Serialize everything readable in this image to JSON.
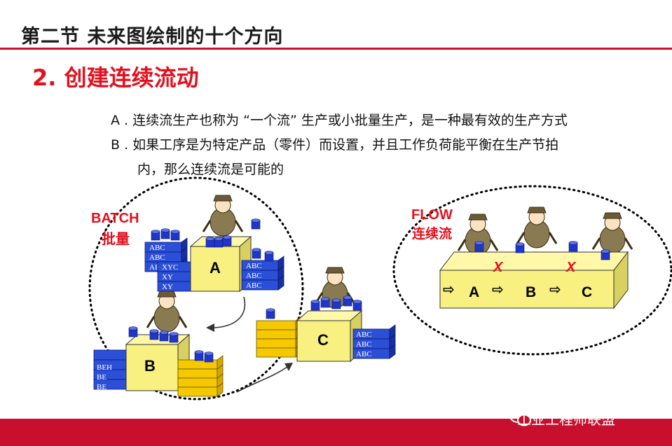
{
  "header": {
    "title": "第二节  未来图绘制的十个方向"
  },
  "section": {
    "title": "2.  创建连续流动"
  },
  "points": [
    {
      "text": "A . 连续流生产也称为 “一个流” 生产或小批量生产，是一种最有效的生产方式"
    },
    {
      "text": "B . 如果工序是为特定产品（零件）而设置，并且工作负荷能平衡在生产节拍"
    },
    {
      "text": "内，那么连续流是可能的"
    }
  ],
  "batch": {
    "label_en": "BATCH",
    "label_cn": "批量",
    "stations": [
      "A",
      "B",
      "C"
    ],
    "stack_a_left": [
      "ABC",
      "ABC",
      "ABC"
    ],
    "stack_a_mid": [
      "XYC",
      "XY",
      "XY"
    ],
    "stack_a_right": [
      "ABC",
      "ABC",
      "ABC"
    ],
    "stack_b": [
      "BEH",
      "BE",
      "BE"
    ],
    "stack_c": [
      "ABC",
      "ABC",
      "ABC"
    ]
  },
  "flow": {
    "label_en": "FLOW",
    "label_cn": "连续流",
    "stations": [
      "A",
      "B",
      "C"
    ],
    "marks": [
      "X",
      "X"
    ]
  },
  "watermark": {
    "text": "工业工程师联盟"
  },
  "colors": {
    "accent": "#c8102e",
    "highlight_text": "#e3101e",
    "box": "#f8f080",
    "stack_blue": "#2c4fd8",
    "stack_yellow": "#f5c800"
  }
}
